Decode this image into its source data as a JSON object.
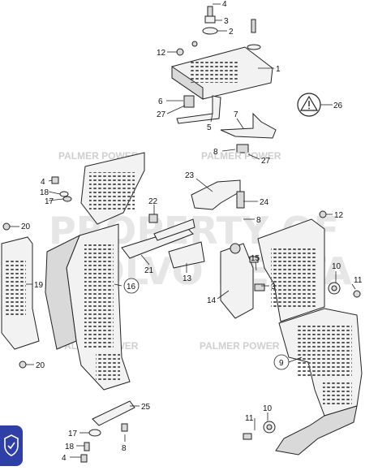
{
  "watermarks": {
    "brand": "PALMER POWER",
    "big_line1": "PROPERTY OF",
    "big_line2": "VOLVO PENTA"
  },
  "callouts": {
    "c4a": "4",
    "c3a": "3",
    "c2": "2",
    "c12a": "12",
    "c1": "1",
    "c6": "6",
    "c27a": "27",
    "c5": "5",
    "c7": "7",
    "c26": "26",
    "c8a": "8",
    "c27b": "27",
    "c4b": "4",
    "c18a": "18",
    "c17a": "17",
    "c20a": "20",
    "c19": "19",
    "c20b": "20",
    "c16": "16",
    "c22": "22",
    "c21": "21",
    "c23": "23",
    "c24": "24",
    "c8b": "8",
    "c13": "13",
    "c14": "14",
    "c15": "15",
    "c3b": "3",
    "c12b": "12",
    "c10a": "10",
    "c11a": "11",
    "c9": "9",
    "c25": "25",
    "c17b": "17",
    "c18b": "18",
    "c4c": "4",
    "c8c": "8",
    "c10b": "10",
    "c11b": "11"
  },
  "colors": {
    "line": "#222222",
    "watermark": "#cfcfcf",
    "badge": "#2f3fa8"
  },
  "icons": {
    "warning": "warning-triangle-icon",
    "badge": "shield-check-icon"
  }
}
